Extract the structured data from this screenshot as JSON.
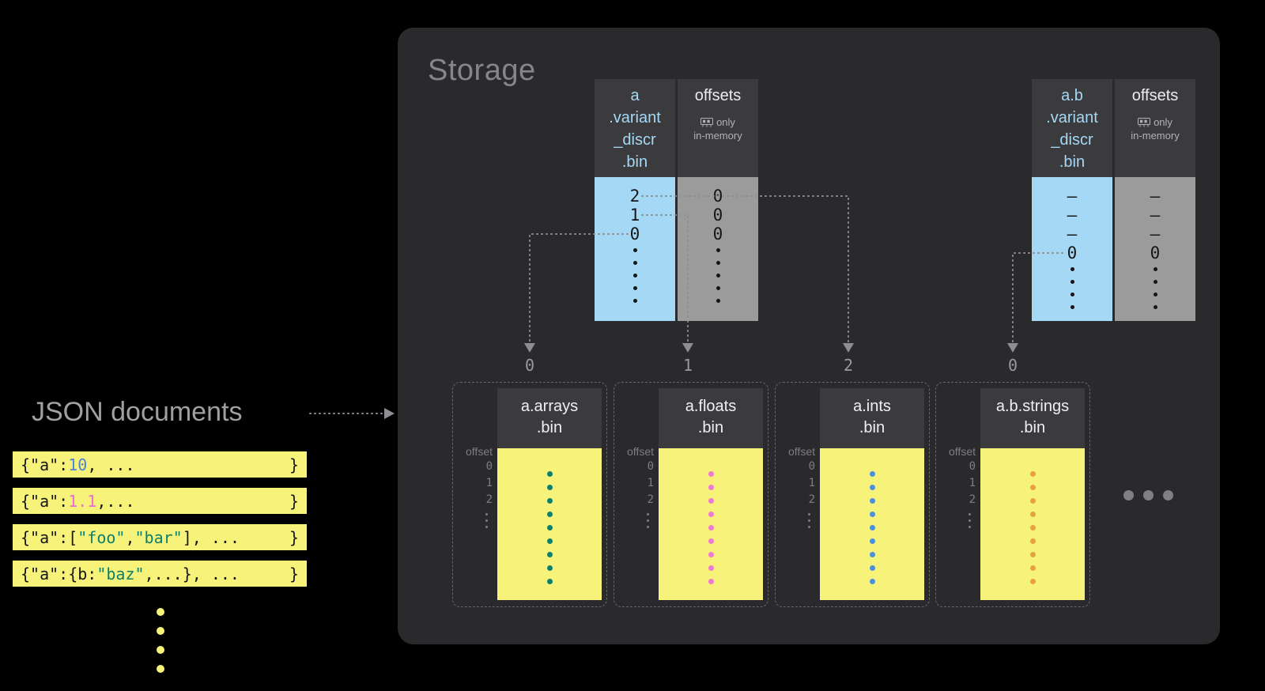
{
  "left": {
    "title": "JSON documents",
    "docs": [
      {
        "segments": [
          {
            "t": "{\"a\":",
            "cls": "k"
          },
          {
            "t": "10",
            "cls": "num"
          },
          {
            "t": ", ...",
            "cls": "k"
          }
        ],
        "close": "}"
      },
      {
        "segments": [
          {
            "t": "{\"a\":",
            "cls": "k"
          },
          {
            "t": "1.1",
            "cls": "flt"
          },
          {
            "t": ",...",
            "cls": "k"
          }
        ],
        "close": "}"
      },
      {
        "segments": [
          {
            "t": "{\"a\":[",
            "cls": "k"
          },
          {
            "t": "\"foo\"",
            "cls": "str"
          },
          {
            "t": ",",
            "cls": "k"
          },
          {
            "t": "\"bar\"",
            "cls": "str"
          },
          {
            "t": "], ...",
            "cls": "k"
          }
        ],
        "close": "}"
      },
      {
        "segments": [
          {
            "t": "{\"a\":{b:",
            "cls": "k"
          },
          {
            "t": "\"baz\"",
            "cls": "str"
          },
          {
            "t": ",...}, ...",
            "cls": "k"
          }
        ],
        "close": "}"
      }
    ],
    "ellipsis_dots": 4
  },
  "storage": {
    "title": "Storage",
    "pairs": [
      {
        "discr": {
          "header_lines": [
            "a",
            ".variant",
            "_discr",
            ".bin"
          ],
          "values": [
            "2",
            "1",
            "0"
          ],
          "dots": 5
        },
        "offsets": {
          "title": "offsets",
          "note_word": "only",
          "note_line2": "in-memory",
          "values": [
            "0",
            "0",
            "0"
          ],
          "dots": 5
        }
      },
      {
        "discr": {
          "header_lines": [
            "a.b",
            ".variant",
            "_discr",
            ".bin"
          ],
          "values": [
            "–",
            "–",
            "–",
            "0"
          ],
          "dots": 4
        },
        "offsets": {
          "title": "offsets",
          "note_word": "only",
          "note_line2": "in-memory",
          "values": [
            "–",
            "–",
            "–",
            "0"
          ],
          "dots": 4
        }
      }
    ],
    "route_labels": [
      "0",
      "1",
      "2",
      "0"
    ],
    "shreds": [
      {
        "file_lines": [
          "a.arrays",
          ".bin"
        ],
        "offset_label": "offset",
        "offset_values": [
          "0",
          "1",
          "2"
        ],
        "dot_color": "#0e7f6b",
        "dots": 9
      },
      {
        "file_lines": [
          "a.floats",
          ".bin"
        ],
        "offset_label": "offset",
        "offset_values": [
          "0",
          "1",
          "2"
        ],
        "dot_color": "#ef7ad6",
        "dots": 9
      },
      {
        "file_lines": [
          "a.ints",
          ".bin"
        ],
        "offset_label": "offset",
        "offset_values": [
          "0",
          "1",
          "2"
        ],
        "dot_color": "#4a90e2",
        "dots": 9
      },
      {
        "file_lines": [
          "a.b.strings",
          ".bin"
        ],
        "offset_label": "offset",
        "offset_values": [
          "0",
          "1",
          "2"
        ],
        "dot_color": "#e8a23c",
        "dots": 9
      }
    ],
    "more_dots": 3
  },
  "colors": {
    "canvas_bg": "#000000",
    "storage_bg": "#2a2a2c",
    "header_bg": "#3b3b3e",
    "blue": "#a5d8f4",
    "gray": "#9b9b9b",
    "yellow": "#f7f37a",
    "muted": "#9a9a9e",
    "connector": "#8e8e92",
    "num_blue": "#4a86d8",
    "float_pink": "#e96fd4",
    "string_teal": "#0e7f6b"
  }
}
